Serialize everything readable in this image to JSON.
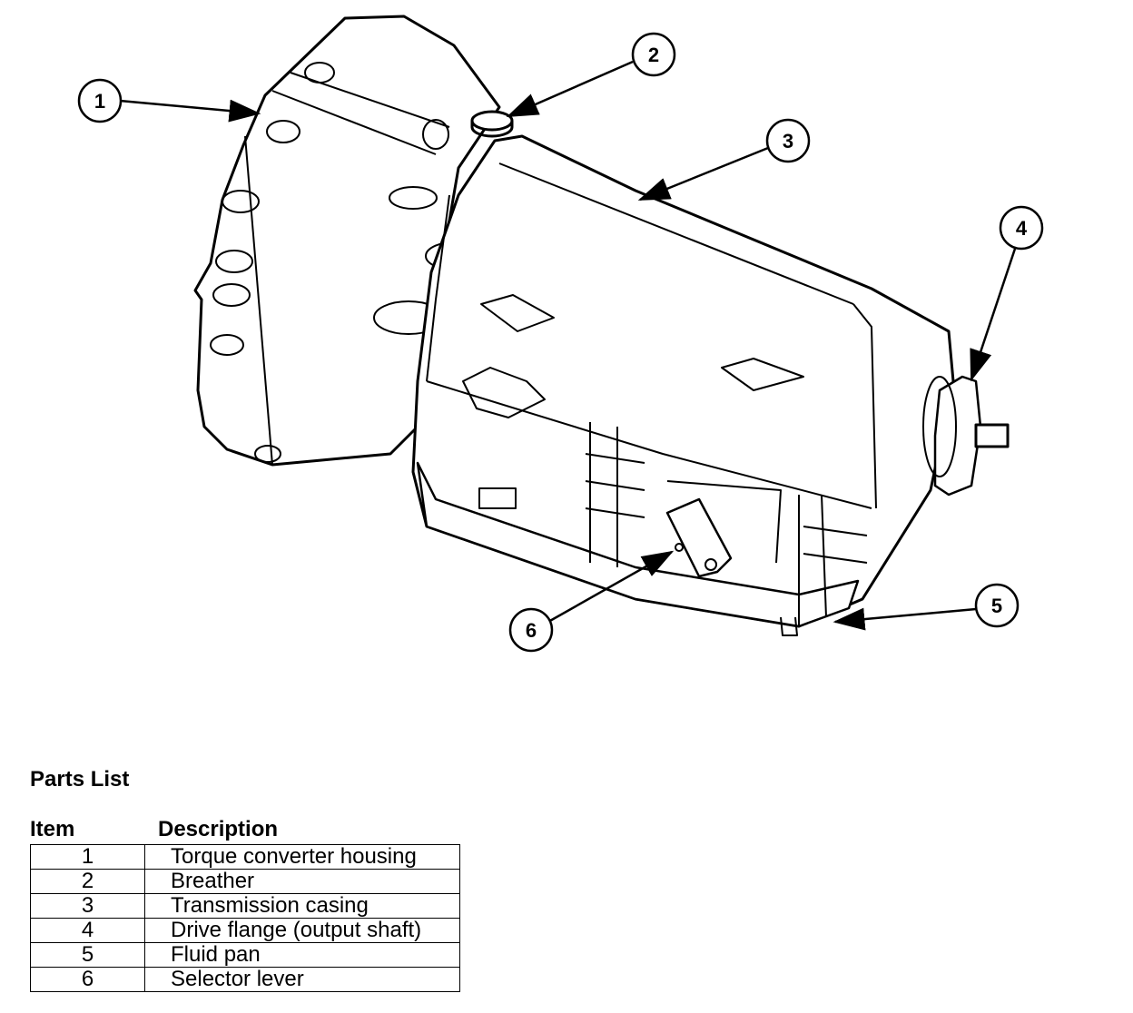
{
  "diagram": {
    "callouts": [
      "1",
      "2",
      "3",
      "4",
      "5",
      "6"
    ]
  },
  "parts_list": {
    "title": "Parts List",
    "headers": {
      "item": "Item",
      "description": "Description"
    },
    "rows": [
      {
        "item": "1",
        "description": "Torque converter housing"
      },
      {
        "item": "2",
        "description": "Breather"
      },
      {
        "item": "3",
        "description": "Transmission casing"
      },
      {
        "item": "4",
        "description": "Drive flange (output shaft)"
      },
      {
        "item": "5",
        "description": "Fluid pan"
      },
      {
        "item": "6",
        "description": "Selector lever"
      }
    ]
  }
}
